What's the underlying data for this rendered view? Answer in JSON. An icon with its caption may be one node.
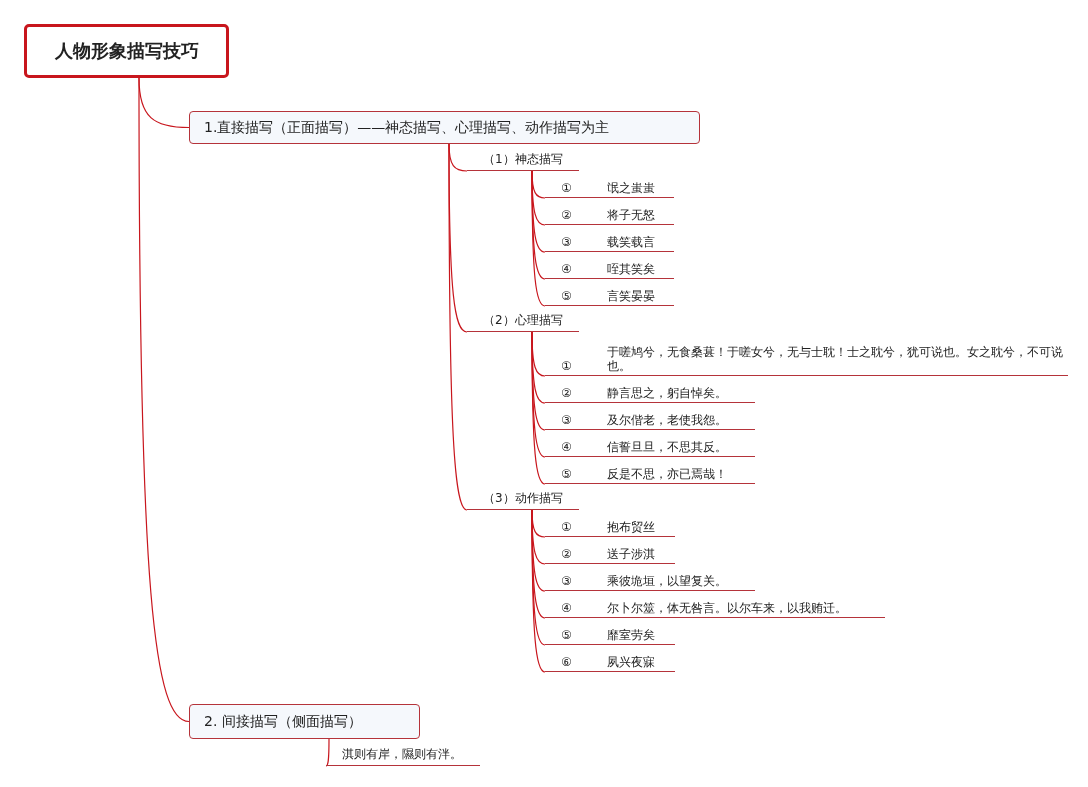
{
  "diagram": {
    "nodes": [
      {
        "text": [
          "人物形象描写技巧"
        ]
      },
      {
        "text": [
          "1.直接描写（正面描写）——神态描写、心理描写、动作描写为主"
        ]
      },
      {
        "text": [
          "（1）神态描写"
        ]
      },
      {
        "text": [
          "①",
          "氓之蚩蚩"
        ]
      },
      {
        "text": [
          "②",
          "将子无怒"
        ]
      },
      {
        "text": [
          "③",
          "载笑载言"
        ]
      },
      {
        "text": [
          "④",
          "咥其笑矣"
        ]
      },
      {
        "text": [
          "⑤",
          "言笑晏晏"
        ]
      },
      {
        "text": [
          "（2）心理描写"
        ]
      },
      {
        "text": [
          "①",
          "于嗟鸠兮，无食桑葚！于嗟女兮，无与士耽！士之耽兮，犹可说也。女之耽兮，不可说也。"
        ]
      },
      {
        "text": [
          "②",
          "静言思之，躬自悼矣。"
        ]
      },
      {
        "text": [
          "③",
          "及尔偕老，老使我怨。"
        ]
      },
      {
        "text": [
          "④",
          "信誓旦旦，不思其反。"
        ]
      },
      {
        "text": [
          "⑤",
          "反是不思，亦已焉哉！"
        ]
      },
      {
        "text": [
          "（3）动作描写"
        ]
      },
      {
        "text": [
          "①",
          "抱布贸丝"
        ]
      },
      {
        "text": [
          "②",
          "送子涉淇"
        ]
      },
      {
        "text": [
          "③",
          "乘彼垝垣，以望复关。"
        ]
      },
      {
        "text": [
          "④",
          "尔卜尔筮，体无咎言。以尔车来，以我贿迁。"
        ]
      },
      {
        "text": [
          "⑤",
          "靡室劳矣"
        ]
      },
      {
        "text": [
          "⑥",
          "夙兴夜寐"
        ]
      },
      {
        "text": [
          "2. 间接描写（侧面描写）"
        ]
      },
      {
        "text": [
          "淇则有岸，隰则有泮。"
        ]
      }
    ],
    "edges": [
      {
        "from": 0,
        "to": 1,
        "arrow": "none"
      },
      {
        "from": 0,
        "to": 21,
        "arrow": "none"
      },
      {
        "from": 1,
        "to": 2,
        "arrow": "none"
      },
      {
        "from": 1,
        "to": 8,
        "arrow": "none"
      },
      {
        "from": 1,
        "to": 14,
        "arrow": "none"
      },
      {
        "from": 2,
        "to": 3,
        "arrow": "none"
      },
      {
        "from": 2,
        "to": 4,
        "arrow": "none"
      },
      {
        "from": 2,
        "to": 5,
        "arrow": "none"
      },
      {
        "from": 2,
        "to": 6,
        "arrow": "none"
      },
      {
        "from": 2,
        "to": 7,
        "arrow": "none"
      },
      {
        "from": 8,
        "to": 9,
        "arrow": "none"
      },
      {
        "from": 8,
        "to": 10,
        "arrow": "none"
      },
      {
        "from": 8,
        "to": 11,
        "arrow": "none"
      },
      {
        "from": 8,
        "to": 12,
        "arrow": "none"
      },
      {
        "from": 8,
        "to": 13,
        "arrow": "none"
      },
      {
        "from": 14,
        "to": 15,
        "arrow": "none"
      },
      {
        "from": 14,
        "to": 16,
        "arrow": "none"
      },
      {
        "from": 14,
        "to": 17,
        "arrow": "none"
      },
      {
        "from": 14,
        "to": 18,
        "arrow": "none"
      },
      {
        "from": 14,
        "to": 19,
        "arrow": "none"
      },
      {
        "from": 14,
        "to": 20,
        "arrow": "none"
      },
      {
        "from": 21,
        "to": 22,
        "arrow": "none"
      }
    ]
  }
}
